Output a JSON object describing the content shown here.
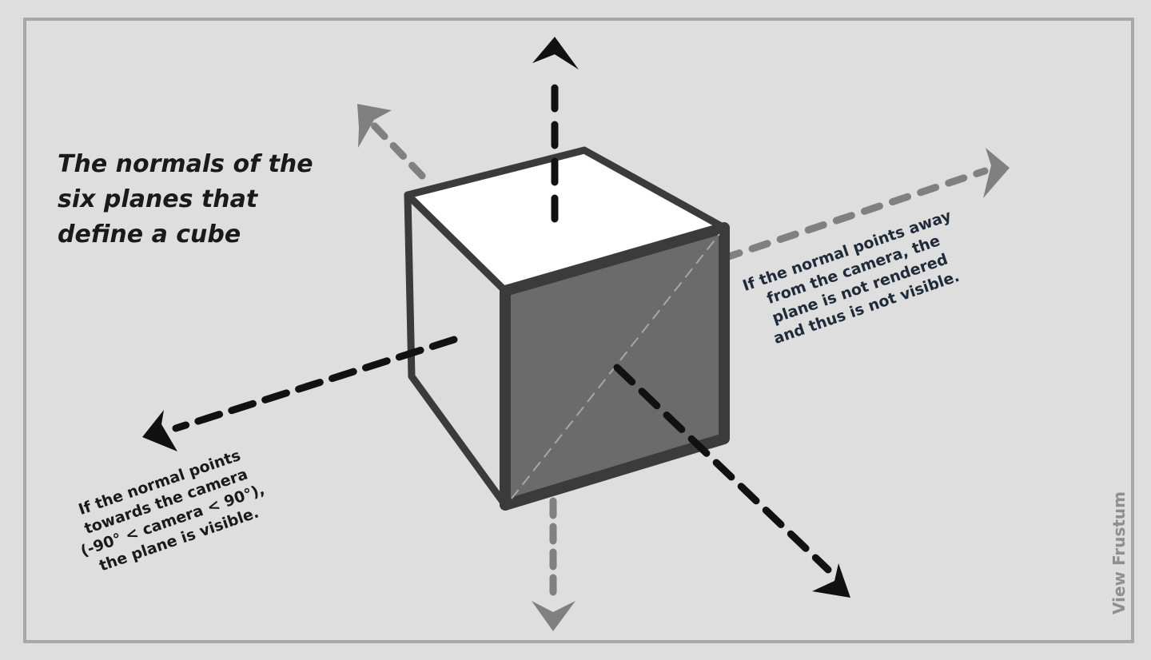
{
  "title_lines": [
    "The normals of the",
    "six planes that",
    "define a cube"
  ],
  "note_toward": [
    "If the normal points",
    "towards the camera",
    "(-90° < camera < 90°),",
    "the plane is visible."
  ],
  "note_away": [
    "If the normal points away",
    "from the camera, the",
    "plane is not rendered",
    "and thus is not visible."
  ],
  "side_label": "View Frustum",
  "colors": {
    "background": "#dedede",
    "frame": "#a8a8a8",
    "cube_edge": "#3b3b3b",
    "top_face": "#ffffff",
    "left_face": "#dcdcdc",
    "front_face": "#6b6b6b",
    "visible_normal": "#111111",
    "hidden_normal": "#808080"
  },
  "normals": [
    {
      "direction": "up",
      "visible": true
    },
    {
      "direction": "left",
      "visible": true
    },
    {
      "direction": "front-right-down",
      "visible": true
    },
    {
      "direction": "back-left-up",
      "visible": false
    },
    {
      "direction": "right",
      "visible": false
    },
    {
      "direction": "down",
      "visible": false
    }
  ]
}
